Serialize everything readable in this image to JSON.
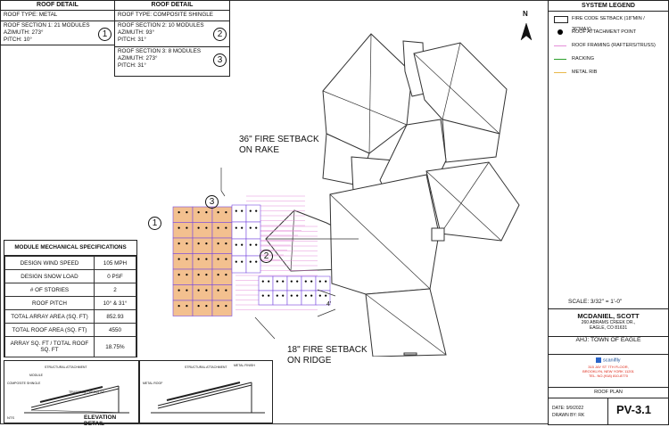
{
  "roof_detail_left": {
    "header": "ROOF DETAIL",
    "type": "ROOF TYPE: METAL",
    "s1_line1": "ROOF SECTION 1: 21 MODULES",
    "s1_line2": "AZIMUTH: 273°",
    "s1_line3": "PITCH: 10°",
    "s1_num": "1"
  },
  "roof_detail_right": {
    "header": "ROOF DETAIL",
    "type": "ROOF TYPE: COMPOSITE SHINGLE",
    "s2_line1": "ROOF SECTION 2: 10 MODULES",
    "s2_line2": "AZIMUTH: 93°",
    "s2_line3": "PITCH: 31°",
    "s2_num": "2",
    "s3_line1": "ROOF SECTION 3: 8 MODULES",
    "s3_line2": "AZIMUTH: 273°",
    "s3_line3": "PITCH: 31°",
    "s3_num": "3"
  },
  "module_specs": {
    "title": "MODULE MECHANICAL SPECIFICATIONS",
    "rows": [
      {
        "label": "DESIGN WIND SPEED",
        "value": "105 MPH"
      },
      {
        "label": "DESIGN SNOW LOAD",
        "value": "0 PSF"
      },
      {
        "label": "# OF STORIES",
        "value": "2"
      },
      {
        "label": "ROOF PITCH",
        "value": "10° & 31°"
      },
      {
        "label": "TOTAL ARRAY AREA (SQ. FT)",
        "value": "852.93"
      },
      {
        "label": "TOTAL ROOF AREA (SQ. FT)",
        "value": "4550"
      },
      {
        "label": "ARRAY SQ. FT / TOTAL ROOF SQ. FT",
        "value": "18.75%"
      }
    ]
  },
  "annotations": {
    "fire_rake_1": "36\" FIRE SETBACK",
    "fire_rake_2": "ON RAKE",
    "fire_ridge_1": "18\" FIRE SETBACK",
    "fire_ridge_2": "ON RIDGE",
    "dim_4": "4'",
    "north": "N",
    "sec1": "1",
    "sec2": "2",
    "sec3": "3"
  },
  "elevation": {
    "title": "ELEVATION DETAIL",
    "nts": "NTS",
    "left_structural": "STRUCTURAL ATTACHMENT",
    "left_module": "MODULE",
    "left_roof": "COMPOSITE SHINGLE",
    "left_truss": "TRUSSES@TYP 2X4 24\"",
    "right_structural": "STRUCTURAL ATTACHMENT",
    "right_metal": "METAL FINISH",
    "right_roof": "METAL ROOF"
  },
  "legend": {
    "title": "SYSTEM LEGEND",
    "items": [
      {
        "label": "FIRE CODE SETBACK (18\"MIN / 36\"MAX)",
        "color": "#ffffff"
      },
      {
        "label": "ROOF ATTACHMENT POINT",
        "color": "#000000"
      },
      {
        "label": "ROOF FRAMING (RAFTERS/TRUSS)",
        "color": "#e58fd9"
      },
      {
        "label": "RACKING",
        "color": "#2ca02c"
      },
      {
        "label": "METAL RIB",
        "color": "#e8b84a"
      }
    ]
  },
  "title_block": {
    "scale": "SCALE: 3/32\" = 1'-0\"",
    "client": "MCDANIEL, SCOTT",
    "addr1": "260 ABRAMS CREEK DR.,",
    "addr2": "EAGLE, CO 81631",
    "ahj": "AHJ: TOWN OF EAGLE",
    "company": "scaniflly",
    "red1": "315 JAY ST 7TH FLOOR,",
    "red2": "BROOKLYN, NEW YORK 11201",
    "red3": "TEL. NO.(918) 810-8770",
    "sheet_name": "ROOF PLAN",
    "date": "DATE: 9/9/2022",
    "drawn": "DRAWN BY: RK",
    "sheet": "PV-3.1"
  },
  "colors": {
    "module": "#f3c08f",
    "framing": "#e58fd9",
    "rack": "#7a4be0"
  }
}
